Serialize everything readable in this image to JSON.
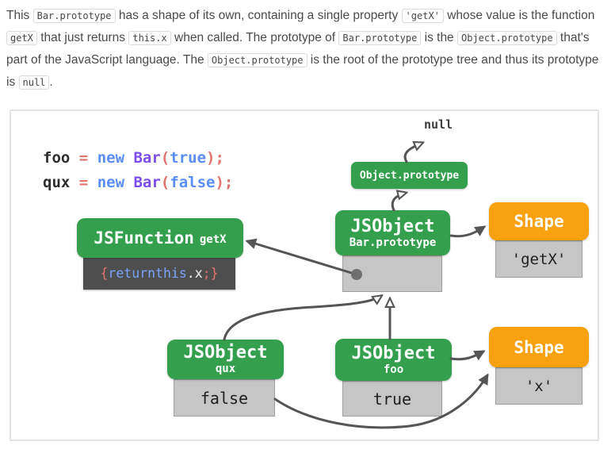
{
  "paragraph": {
    "segments": [
      {
        "type": "text",
        "text": "This "
      },
      {
        "type": "code",
        "text": "Bar.prototype"
      },
      {
        "type": "text",
        "text": " has a shape of its own, containing a single property "
      },
      {
        "type": "code",
        "text": "'getX'"
      },
      {
        "type": "text",
        "text": " whose value is the function "
      },
      {
        "type": "code",
        "text": "getX"
      },
      {
        "type": "text",
        "text": " that just returns "
      },
      {
        "type": "code",
        "text": "this.x"
      },
      {
        "type": "text",
        "text": " when called. The prototype of "
      },
      {
        "type": "code",
        "text": "Bar.prototype"
      },
      {
        "type": "text",
        "text": " is the "
      },
      {
        "type": "code",
        "text": "Object.prototype"
      },
      {
        "type": "text",
        "text": " that's part of the JavaScript language. The "
      },
      {
        "type": "code",
        "text": "Object.prototype"
      },
      {
        "type": "text",
        "text": " is the root of the prototype tree and thus its prototype is "
      },
      {
        "type": "code",
        "text": "null"
      },
      {
        "type": "text",
        "text": "."
      }
    ]
  },
  "diagram": {
    "code_lines": [
      {
        "variable": "foo",
        "operator": "=",
        "keyword": "new",
        "classname": "Bar",
        "paren": "(",
        "argument": "true",
        "close": ");"
      },
      {
        "variable": "qux",
        "operator": "=",
        "keyword": "new",
        "classname": "Bar",
        "paren": "(",
        "argument": "false",
        "close": ");"
      }
    ],
    "null_label": "null",
    "object_prototype": {
      "label": "Object.prototype"
    },
    "jsfunction": {
      "title": "JSFunction",
      "name": "getX",
      "body": {
        "brace_open": "{",
        "keyword": "return",
        "object": "this",
        "property": ".x",
        "semicolon": ";",
        "brace_close": "}"
      }
    },
    "bar_prototype": {
      "title": "JSObject",
      "subtitle": "Bar.prototype"
    },
    "shape_getx": {
      "title": "Shape",
      "property": "'getX'"
    },
    "qux": {
      "title": "JSObject",
      "subtitle": "qux",
      "value": "false"
    },
    "foo": {
      "title": "JSObject",
      "subtitle": "foo",
      "value": "true"
    },
    "shape_x": {
      "title": "Shape",
      "property": "'x'"
    },
    "edges": [
      {
        "from": "bar-prototype-slot",
        "to": "jsfunction",
        "style": "filled"
      },
      {
        "from": "bar-prototype",
        "to": "object-prototype",
        "style": "hollow"
      },
      {
        "from": "object-prototype",
        "to": "null",
        "style": "hollow"
      },
      {
        "from": "bar-prototype",
        "to": "shape-getx",
        "style": "filled"
      },
      {
        "from": "qux",
        "to": "bar-prototype-slot",
        "style": "hollow"
      },
      {
        "from": "foo",
        "to": "bar-prototype-slot",
        "style": "hollow"
      },
      {
        "from": "foo",
        "to": "shape-x",
        "style": "filled"
      },
      {
        "from": "qux-value",
        "to": "shape-x",
        "style": "filled"
      }
    ],
    "colors": {
      "green": "#34a04d",
      "orange": "#f9a10e",
      "gray_fill": "#c6c6c6",
      "gray_border": "#9e9e9e",
      "dark_body": "#4e4e4e",
      "arrow": "#555555",
      "code_red": "#e2726e",
      "code_blue": "#5a8ef5",
      "code_purple": "#7c4dea",
      "body_blue": "#7aa3f5"
    }
  }
}
